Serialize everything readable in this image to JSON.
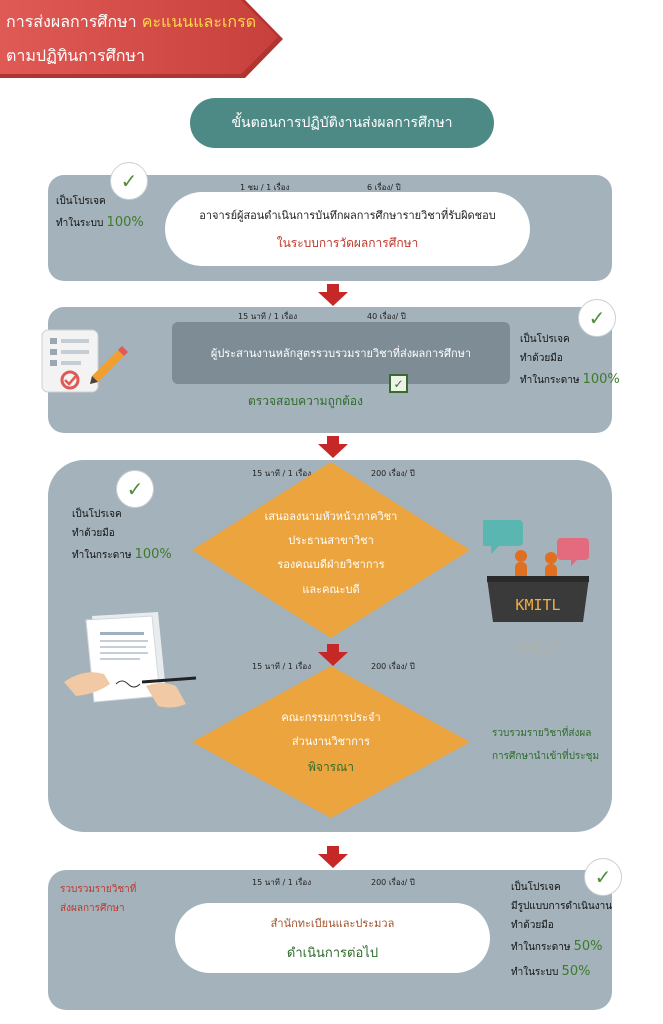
{
  "header": {
    "title_part1": "การส่งผลการศึกษา ",
    "title_highlight": "คะแนนและเกรด",
    "title_line2": "ตามปฏิทินการศึกษา",
    "banner_color": "#d9534f"
  },
  "process_title": "ขั้นตอนการปฏิบัติงานส่งผลการศึกษา",
  "colors": {
    "panel": "#a3b2bb",
    "diamond": "#eba43e",
    "arrow": "#c62828",
    "teal": "#4e8a85"
  },
  "step1": {
    "time": "1 ชม / 1 เรื่อง",
    "volume": "6 เรื่อง/ ปี",
    "side_line1": "เป็นโปรเจค",
    "side_line2": "ทำในระบบ ",
    "side_pct": "100%",
    "main_text": "อาจารย์ผู้สอนดำเนินการบันทึกผลการศึกษารายวิชาที่รับผิดชอบ",
    "sub_text": "ในระบบการวัดผลการศึกษา"
  },
  "step2": {
    "time": "15 นาที / 1 เรื่อง",
    "volume": "40 เรื่อง/ ปี",
    "main_text": "ผู้ประสานงานหลักสูตรรวบรวมรายวิชาที่ส่งผลการศึกษา",
    "verify_text": "ตรวจสอบความถูกต้อง",
    "side_line1": "เป็นโปรเจค",
    "side_line2": "ทำด้วยมือ",
    "side_line3": "ทำในกระดาษ ",
    "side_pct": "100%"
  },
  "step3": {
    "time": "15 นาที / 1 เรื่อง",
    "volume": "200 เรื่อง/ ปี",
    "side_line1": "เป็นโปรเจค",
    "side_line2": "ทำด้วยมือ",
    "side_line3": "ทำในกระดาษ ",
    "side_pct": "100%",
    "diamond_lines": [
      "เสนอลงนามหัวหน้าภาควิชา",
      "ประธานสาขาวิชา",
      "รองคณบดีฝ่ายวิชาการ",
      "และคณะบดี"
    ],
    "sign_label": "KMITL"
  },
  "step4": {
    "time": "15 นาที / 1 เรื่อง",
    "volume": "200 เรื่อง/ ปี",
    "diamond_line1": "คณะกรรมการประจำ",
    "diamond_line2": "ส่วนงานวิชาการ",
    "diamond_line3": "พิจารณา",
    "side_line1": "รวบรวมรายวิชาที่ส่งผล",
    "side_line2": "การศึกษานำเข้าที่ประชุม"
  },
  "step5": {
    "time": "15 นาที / 1 เรื่อง",
    "volume": "200 เรื่อง/ ปี",
    "left_line1": "รวบรวมรายวิชาที่",
    "left_line2": "ส่งผลการศึกษา",
    "main_text": "สำนักทะเบียนและประมวล",
    "sub_text": "ดำเนินการต่อไป",
    "side_line1": "เป็นโปรเจค",
    "side_line2": "มีรูปแบบการดำเนินงาน",
    "side_line3": "ทำด้วยมือ",
    "side_line4": "ทำในกระดาษ ",
    "side_pct1": "50%",
    "side_line5": "ทำในระบบ ",
    "side_pct2": "50%"
  }
}
